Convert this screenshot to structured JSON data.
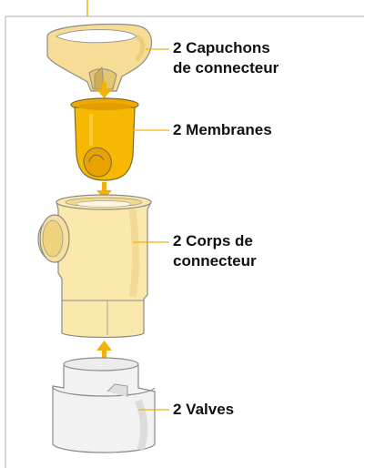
{
  "labels": {
    "cap": {
      "line1": "2 Capuchons",
      "line2": "de connecteur"
    },
    "membrane": {
      "line1": "2 Membranes"
    },
    "body": {
      "line1": "2 Corps de",
      "line2": "connecteur"
    },
    "valve": {
      "line1": "2 Valves"
    }
  },
  "colors": {
    "frame": "#c9c9c9",
    "accent": "#f2b10c",
    "part_light": "#fbeab2",
    "part_mid": "#f3d98d",
    "part_dark": "#e6c76f",
    "membrane": "#f5b800",
    "membrane_dark": "#e39d00",
    "valve_light": "#f1f1f1",
    "valve_mid": "#dcdcdc",
    "outline": "#7a7a7a",
    "leader": "#f2b10c"
  },
  "icons": [
    "down-arrow-icon",
    "down-arrow-icon",
    "up-arrow-icon"
  ]
}
